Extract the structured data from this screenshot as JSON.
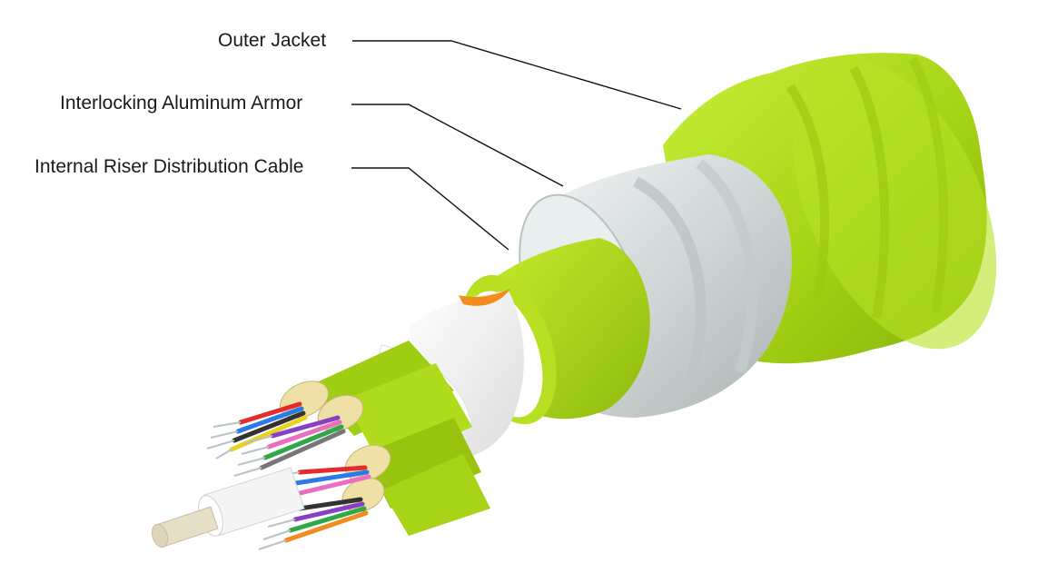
{
  "labels": {
    "outer_jacket": "Outer Jacket",
    "armor": "Interlocking Aluminum Armor",
    "riser": "Internal Riser Distribution Cable"
  },
  "colors": {
    "jacket_green": "#a9d81a",
    "armor_silver": "#d6dcdc",
    "inner_white": "#f4f4f4",
    "ripcord_orange": "#f28c1e",
    "aramid_yarn": "#efe0a6",
    "core_rod": "#e6dfc8"
  }
}
